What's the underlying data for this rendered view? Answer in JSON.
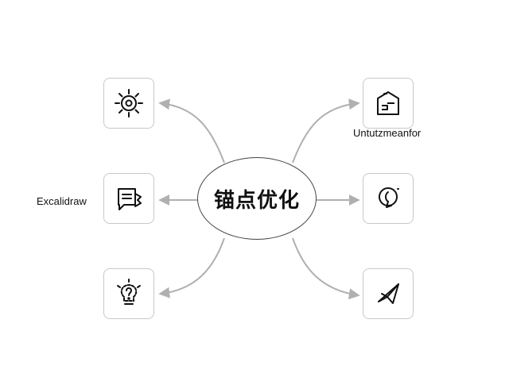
{
  "diagram": {
    "center": {
      "label": "锚点优化"
    },
    "labels": {
      "left_middle": "Excalidraw",
      "right_top": "Untutzmeanfor"
    },
    "nodes": [
      {
        "id": "left-top",
        "icon": "gear-icon"
      },
      {
        "id": "left-middle",
        "icon": "document-icon"
      },
      {
        "id": "left-bottom",
        "icon": "lightbulb-question-icon"
      },
      {
        "id": "right-top",
        "icon": "house-icon"
      },
      {
        "id": "right-middle",
        "icon": "location-pin-icon"
      },
      {
        "id": "right-bottom",
        "icon": "send-icon"
      }
    ],
    "colors": {
      "connector": "#b0b0b0",
      "card_border": "#c8c8c8",
      "center_border": "#444444"
    }
  }
}
